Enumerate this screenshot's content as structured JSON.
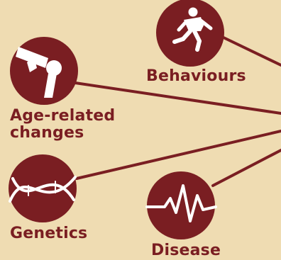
{
  "colors": {
    "background": "#efdcb2",
    "node_fill": "#7a1e22",
    "icon": "#ffffff",
    "connector": "#7a1e22"
  },
  "nodes": [
    {
      "id": "behaviours",
      "label": "Behaviours",
      "icon": "running-person-icon"
    },
    {
      "id": "age_related_changes",
      "label": "Age-related changes",
      "label_lines": [
        "Age-related",
        "changes"
      ],
      "icon": "knee-joint-icon"
    },
    {
      "id": "genetics",
      "label": "Genetics",
      "icon": "dna-strand-icon"
    },
    {
      "id": "disease",
      "label": "Disease",
      "icon": "heartbeat-pulse-icon"
    }
  ]
}
